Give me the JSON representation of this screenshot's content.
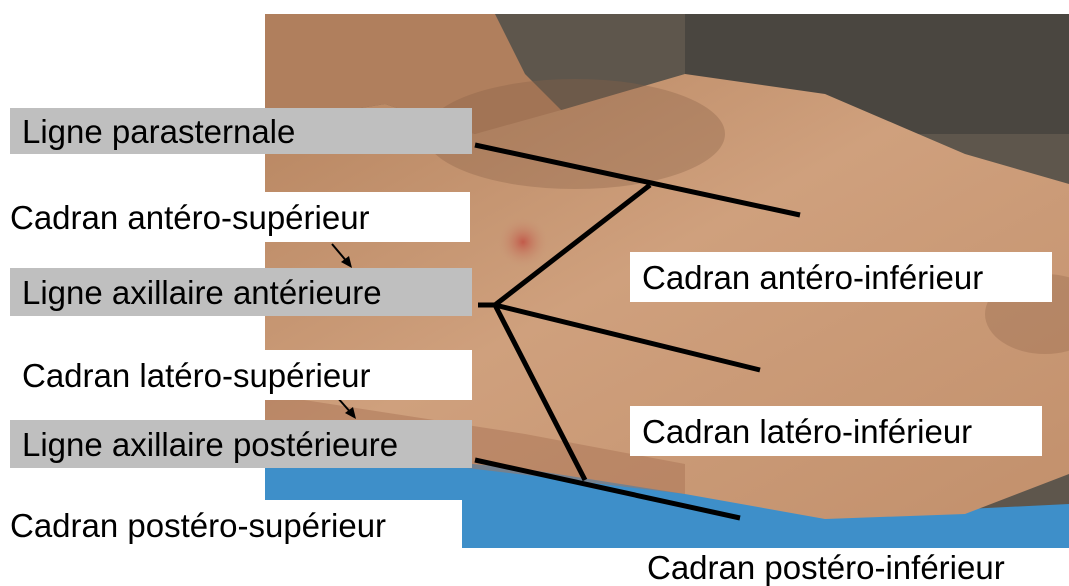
{
  "labels": {
    "ligne_parasternale": "Ligne parasternale",
    "cadran_antero_superieur": "Cadran antéro-supérieur",
    "ligne_axillaire_anterieure": "Ligne axillaire antérieure",
    "cadran_latero_superieur": "Cadran latéro-supérieur",
    "ligne_axillaire_posterieure": "Ligne axillaire postérieure",
    "cadran_postero_superieur": "Cadran postéro-supérieur",
    "cadran_antero_inferieur": "Cadran antéro-inférieur",
    "cadran_latero_inferieur": "Cadran latéro-inférieur",
    "cadran_postero_inferieur": "Cadran postéro-inférieur"
  },
  "colors": {
    "skin": "#c89877",
    "skin_shadow": "#a97456",
    "background_dark": "#5e564c",
    "sheet_blue": "#3e8fc9",
    "gray_box": "#bfbfbf",
    "line": "#000000"
  }
}
